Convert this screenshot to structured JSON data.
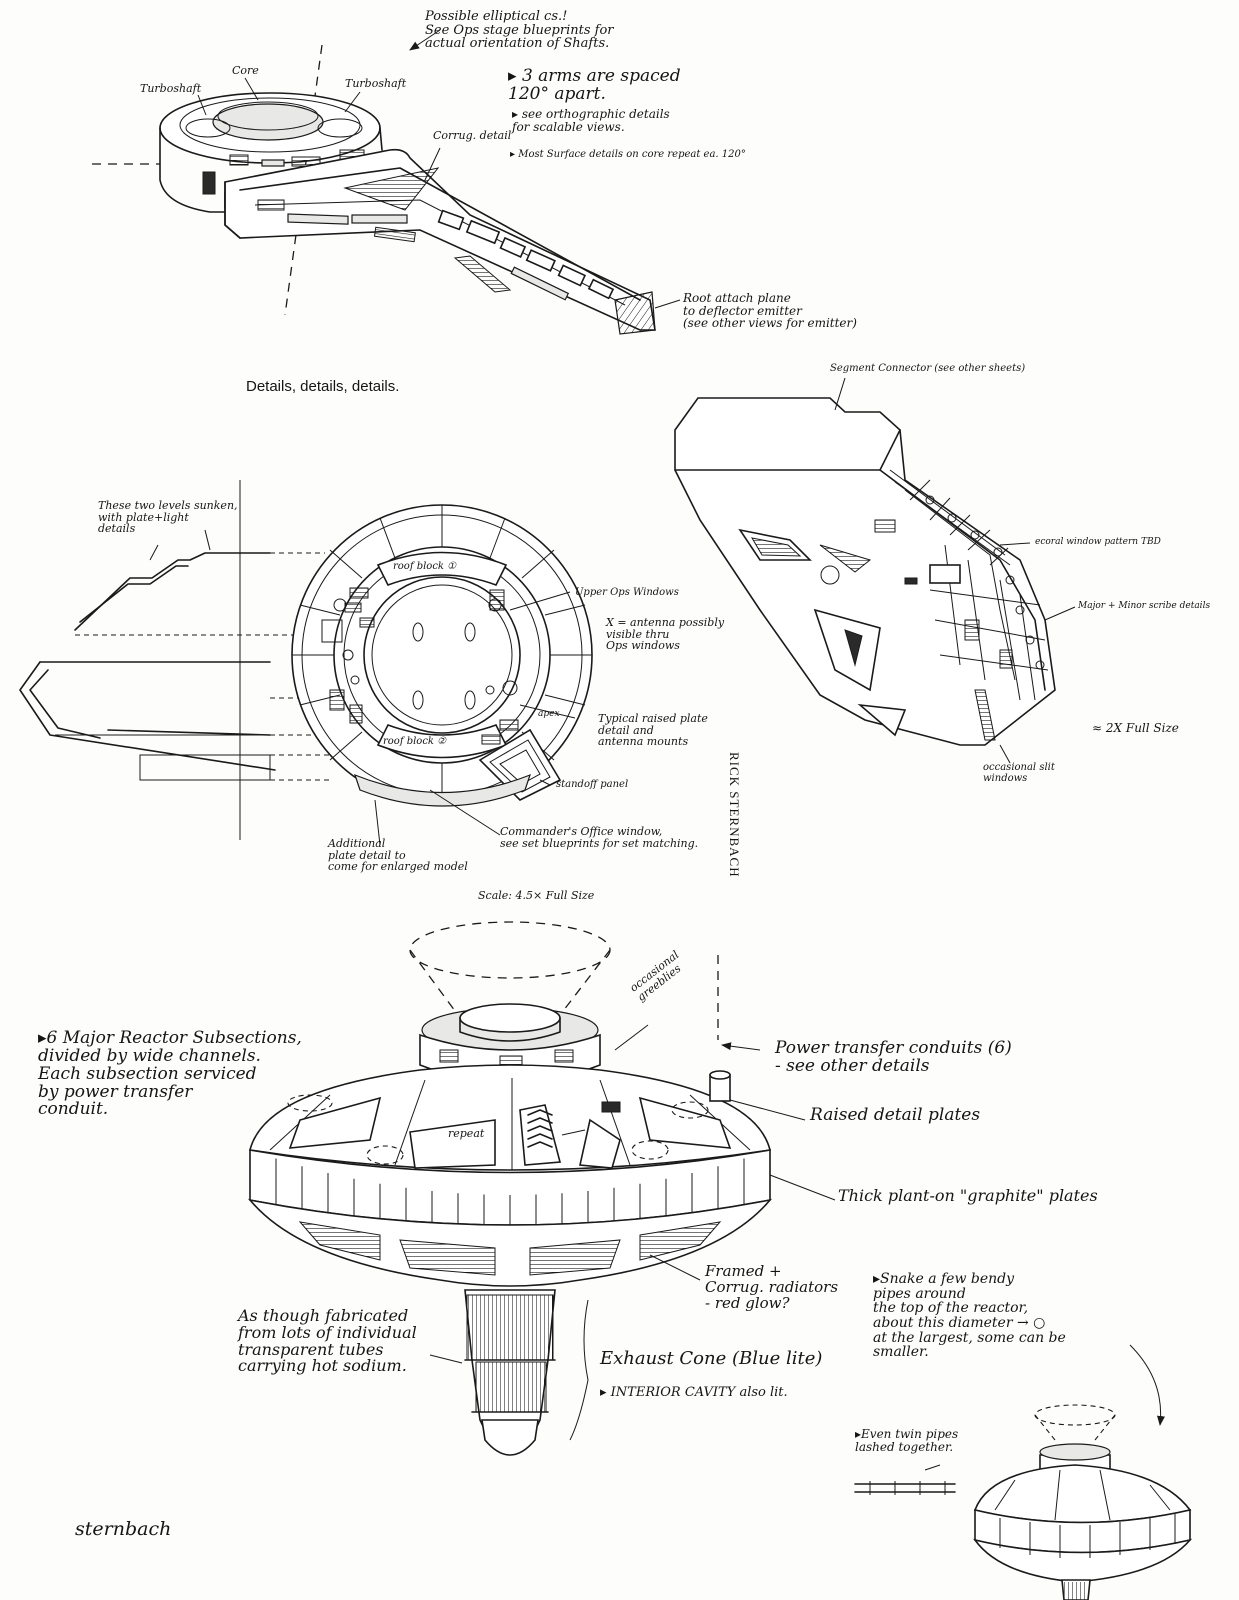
{
  "top_arm": {
    "notes": {
      "elliptical": "Possible elliptical cs.!\nSee Ops stage blueprints for\nactual orientation of Shafts.",
      "turboshaft_left": "Turboshaft",
      "core": "Core",
      "turboshaft_right": "Turboshaft",
      "corrug_detail": "Corrug. detail",
      "arms_spaced": "3 arms are spaced\n120° apart.",
      "orthographic": "see orthographic details\nfor scalable views.",
      "surface_details": "Most Surface details on core repeat ea. 120°",
      "root_attach": "Root attach plane\nto deflector emitter\n(see other views for emitter)"
    },
    "caption": "Details, details, details."
  },
  "top_view": {
    "notes": {
      "sunken_levels": "These two levels sunken,\nwith plate+light\ndetails",
      "roof_block_top": "roof block ①",
      "roof_block_bottom": "roof block ②",
      "upper_ops": "Upper Ops Windows",
      "antenna": "X = antenna possibly\nvisible thru\nOps windows",
      "apex": "apex",
      "raised_plate": "Typical raised plate\ndetail and\nantenna mounts",
      "standoff": "standoff panel",
      "commanders_office": "Commander's Office window,\nsee set blueprints for set matching.",
      "additional_plate": "Additional\nplate detail to\ncome for enlarged model",
      "scale": "Scale: 4.5× Full Size"
    },
    "artist_stamp": "RICK STERNBACH"
  },
  "segment_view": {
    "notes": {
      "segment_connector": "Segment Connector (see other sheets)",
      "ecoral_window": "ecoral window pattern TBD",
      "scribe_details": "Major + Minor scribe details",
      "scale": "≈ 2X Full Size",
      "slit_windows": "occasional slit\nwindows"
    }
  },
  "reactor_view": {
    "notes": {
      "subsections": "6 Major Reactor Subsections,\ndivided by wide channels.\nEach subsection serviced\nby power transfer\nconduit.",
      "greeblies": "occasional\ngreeblies",
      "power_conduits": "Power transfer conduits (6)\n- see other details",
      "raised_plates": "Raised detail plates",
      "repeat": "repeat",
      "thick_plates": "Thick plant-on \"graphite\" plates",
      "radiators": "Framed +\nCorrug. radiators\n- red glow?",
      "fabricated": "As though fabricated\nfrom lots of individual\ntransparent tubes\ncarrying hot sodium.",
      "exhaust_cone": "Exhaust Cone (Blue lite)",
      "interior_cavity": "INTERIOR CAVITY also lit.",
      "bendy_pipes": "Snake a few bendy\npipes around\nthe top of the reactor,\nabout this diameter → ○\nat the largest, some can be\nsmaller.",
      "twin_pipes": "Even twin pipes\nlashed together."
    },
    "signature": "sternbach"
  },
  "colors": {
    "ink": "#1a1a1a",
    "paper": "#fdfdfc"
  }
}
